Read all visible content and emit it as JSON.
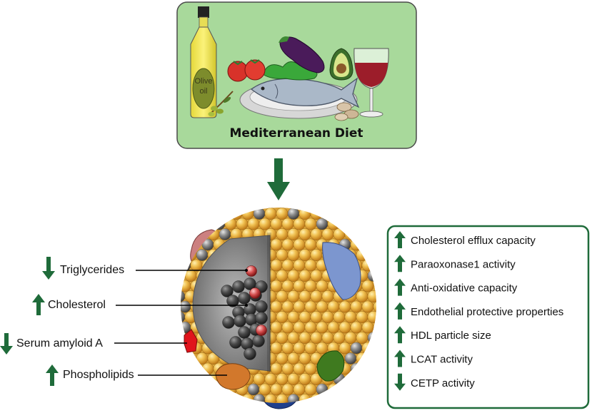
{
  "diet": {
    "title": "Mediterranean Diet",
    "bottle_label_line1": "Olive",
    "bottle_label_line2": "oil"
  },
  "colors": {
    "panel_fill": "#a8d99b",
    "arrow_green": "#1f6b3a",
    "sphere_gold": "#e8b244",
    "core_gray": "#8a8a8a"
  },
  "left_labels": [
    {
      "text": "Triglycerides",
      "direction": "down"
    },
    {
      "text": "Cholesterol",
      "direction": "up"
    },
    {
      "text": "Serum amyloid A",
      "direction": "down"
    },
    {
      "text": "Phospholipids",
      "direction": "up"
    }
  ],
  "right_box": {
    "items": [
      {
        "text": "Cholesterol efflux capacity",
        "direction": "up"
      },
      {
        "text": "Paraoxonase1 activity",
        "direction": "up"
      },
      {
        "text": "Anti-oxidative capacity",
        "direction": "up"
      },
      {
        "text": "Endothelial protective properties",
        "direction": "up"
      },
      {
        "text": "HDL particle size",
        "direction": "up"
      },
      {
        "text": "LCAT activity",
        "direction": "up"
      },
      {
        "text": "CETP activity",
        "direction": "down"
      }
    ]
  }
}
